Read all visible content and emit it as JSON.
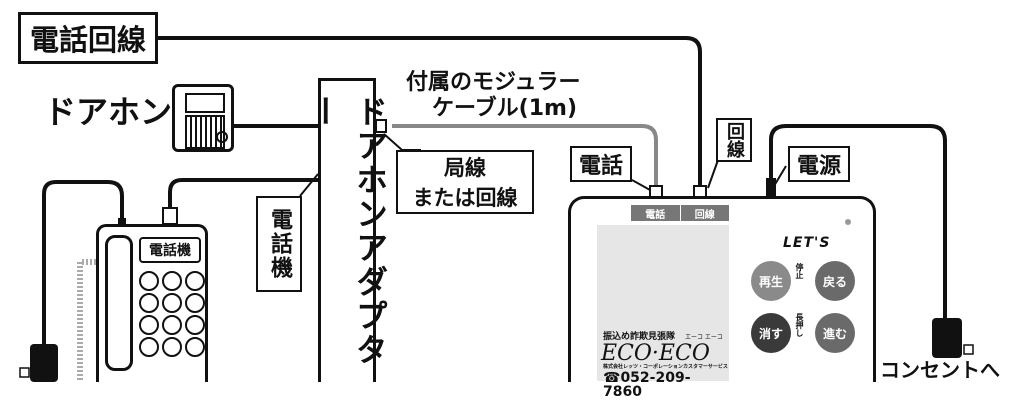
{
  "labels": {
    "phone_line": "電話回線",
    "doorphone": "ドアホン",
    "adapter": "ドアホンアダプター",
    "cable_line1": "付属のモジュラー",
    "cable_line2": "ケーブル(1m)",
    "kyokusen_line1": "局線",
    "kyokusen_line2": "または回線",
    "denwaki_vertical": "電話機",
    "phone_body_label": "電話機",
    "denwa_callout": "電話",
    "kaisen_callout": "回線",
    "dengen_callout": "電源",
    "outlet": "コンセントへ"
  },
  "device": {
    "port_denwa": "電話",
    "port_kaisen": "回線",
    "brand": "LET'S",
    "btn_play": "再生",
    "stop_note": "停止",
    "btn_back": "戻る",
    "btn_delete": "消す",
    "long_press_note": "長押し",
    "btn_forward": "進む",
    "sticker_title": "振込め詐欺見張隊",
    "sticker_kana": "エーコ エーコ",
    "sticker_logo": "ECO·ECO",
    "sticker_company": "株式会社レッツ・コーポレーション",
    "sticker_service": "カスタマーサービス",
    "sticker_phone": "☎052-209-7860"
  },
  "colors": {
    "line": "#111111",
    "gray_cable": "#888888",
    "port_strip": "#777777",
    "sticker_bg": "#e6e6e6",
    "btn_gray": "#8a8a8a",
    "btn_dark": "#3a3a3a",
    "btn_mid": "#6a6a6a"
  }
}
